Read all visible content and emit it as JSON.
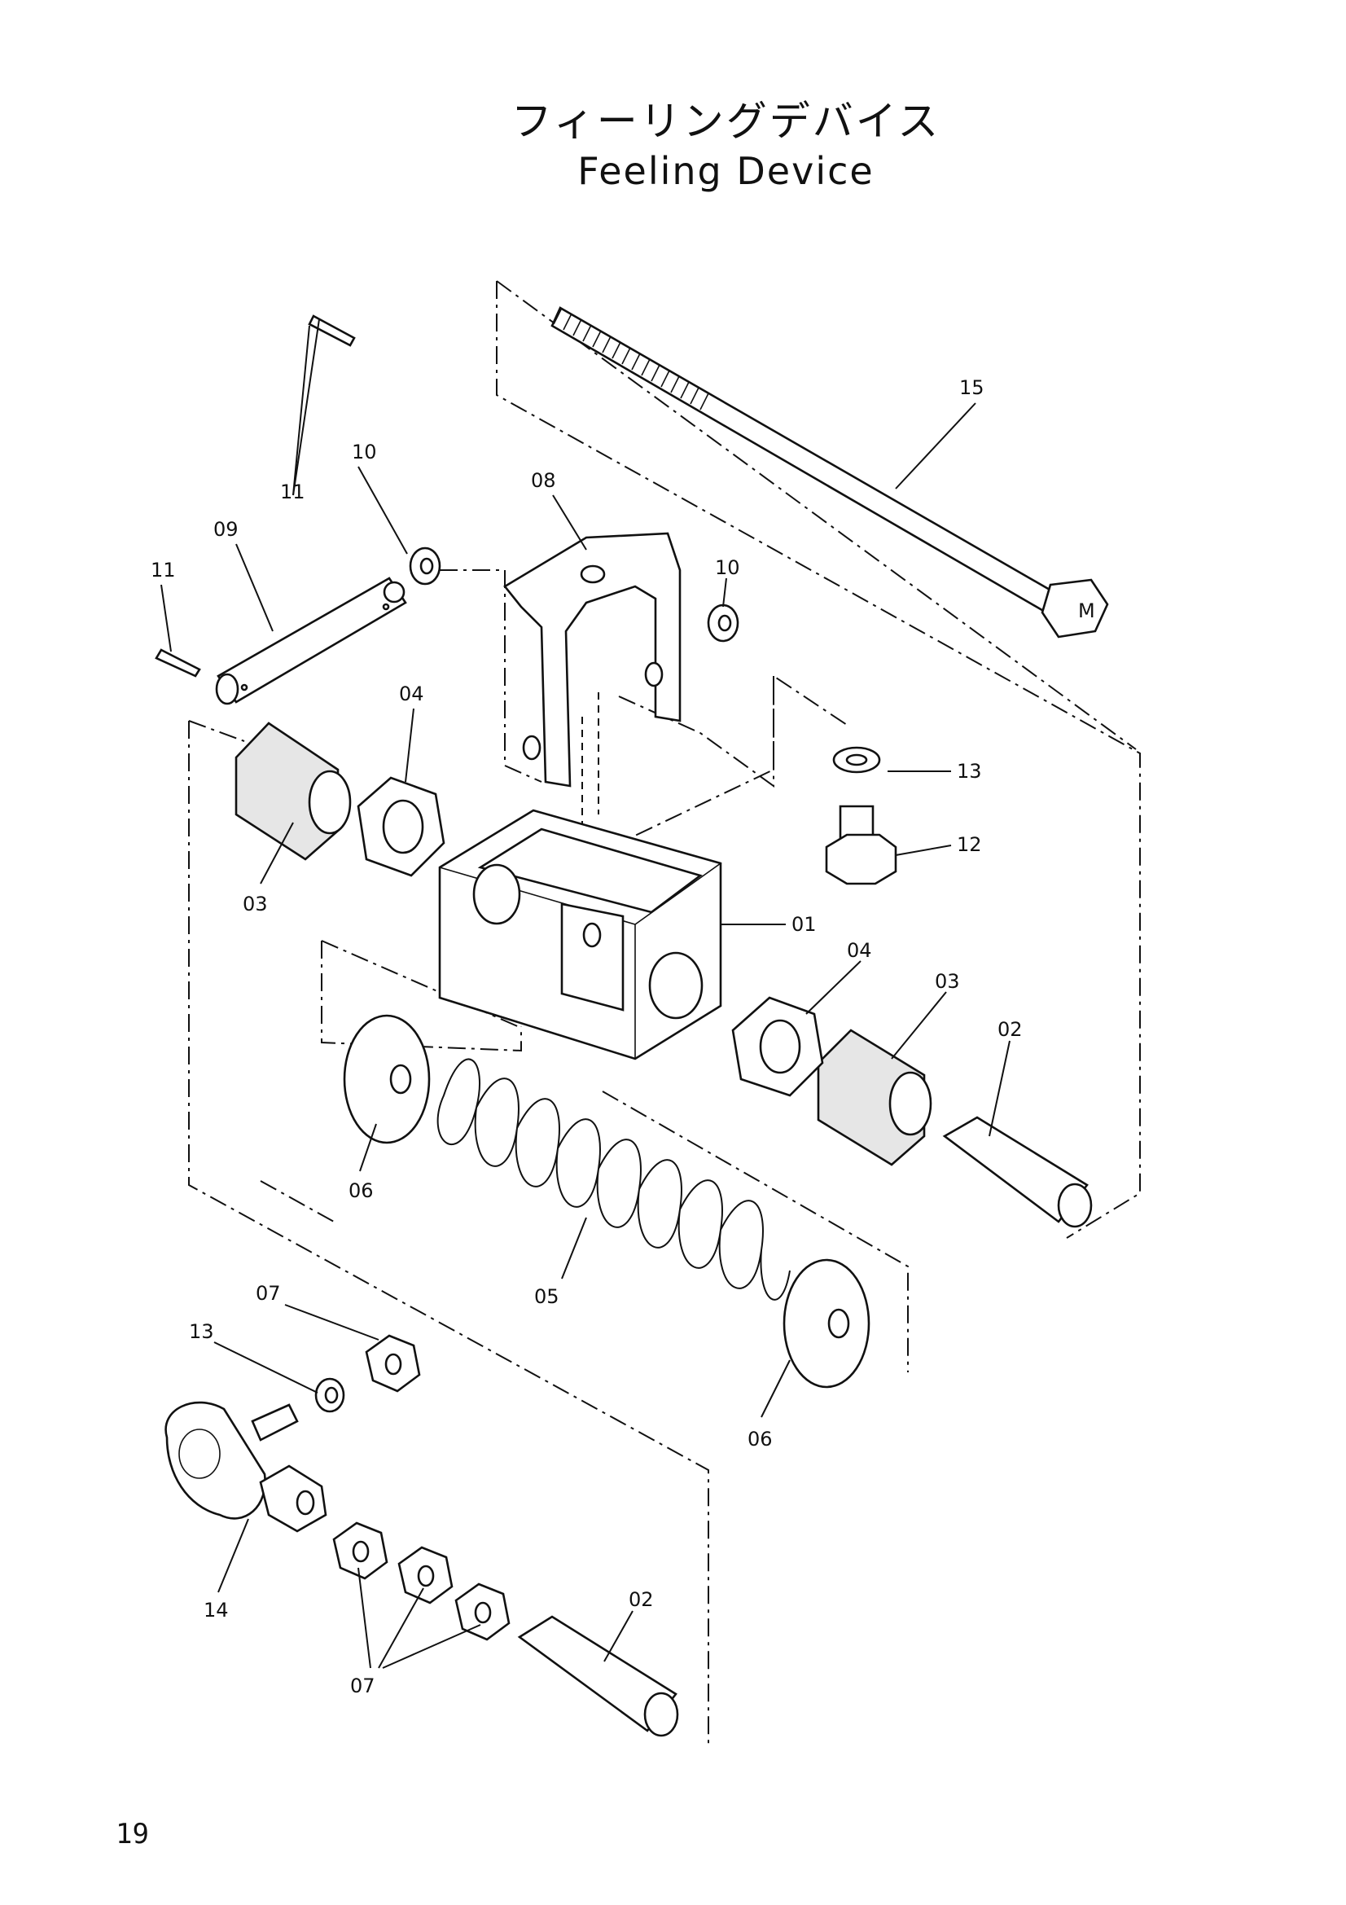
{
  "title": {
    "ja": "フィーリングデバイス",
    "en": "Feeling Device"
  },
  "page_number": "19",
  "callouts": {
    "c01": "01",
    "c02a": "02",
    "c02b": "02",
    "c03a": "03",
    "c03b": "03",
    "c04a": "04",
    "c04b": "04",
    "c05": "05",
    "c06a": "06",
    "c06b": "06",
    "c07a": "07",
    "c07b": "07",
    "c08": "08",
    "c09": "09",
    "c10a": "10",
    "c10b": "10",
    "c11a": "11",
    "c11b": "11",
    "c12": "12",
    "c13a": "13",
    "c13b": "13",
    "c14": "14",
    "c15": "15"
  },
  "bolt_head_mark": "M"
}
